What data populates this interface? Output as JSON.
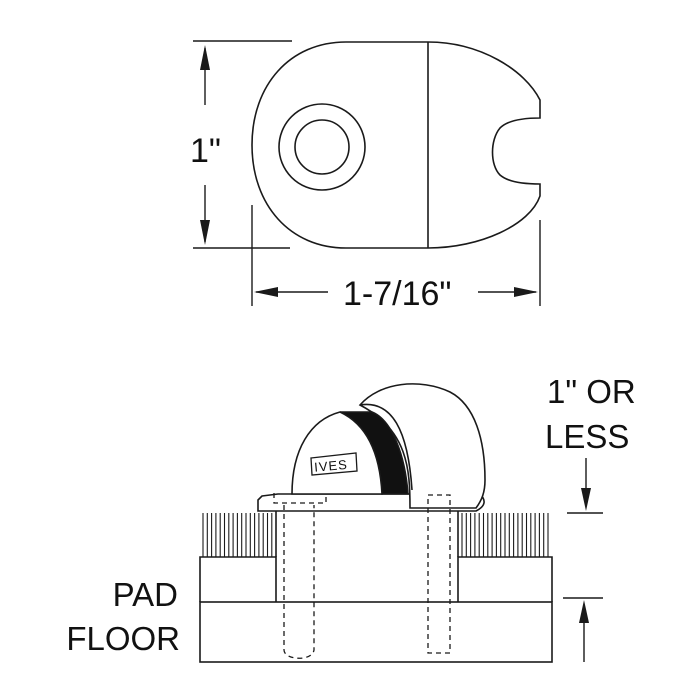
{
  "top_view": {
    "height_dimension": "1\"",
    "width_dimension": "1-7/16\""
  },
  "side_view": {
    "brand_label": "IVES",
    "height_note_line1": "1\" OR",
    "height_note_line2": "LESS",
    "layer_labels": {
      "pad": "PAD",
      "floor": "FLOOR"
    }
  },
  "colors": {
    "line": "#1a1a1a",
    "background": "#ffffff",
    "bumper": "#111111"
  }
}
